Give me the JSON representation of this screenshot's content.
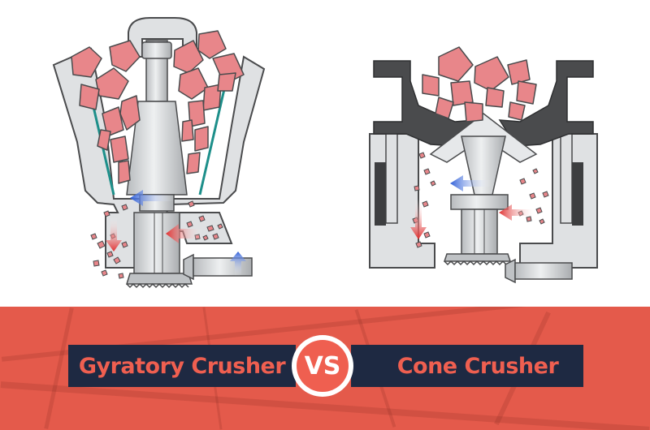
{
  "diagrams": [
    {
      "name": "gyratory-crusher",
      "label": "Gyratory Crusher"
    },
    {
      "name": "cone-crusher",
      "label": "Cone Crusher"
    }
  ],
  "separator": "VS",
  "colors": {
    "banner": "#e45a4b",
    "label_bg": "#1e2942",
    "label_text": "#ef5f50",
    "vs_circle": "#ef5f50",
    "rock": "#e8868a",
    "steel_light": "#dfe1e3",
    "steel_dark": "#4a4b4d",
    "flow_red": "#e03030",
    "flow_blue": "#2f5fd8"
  }
}
